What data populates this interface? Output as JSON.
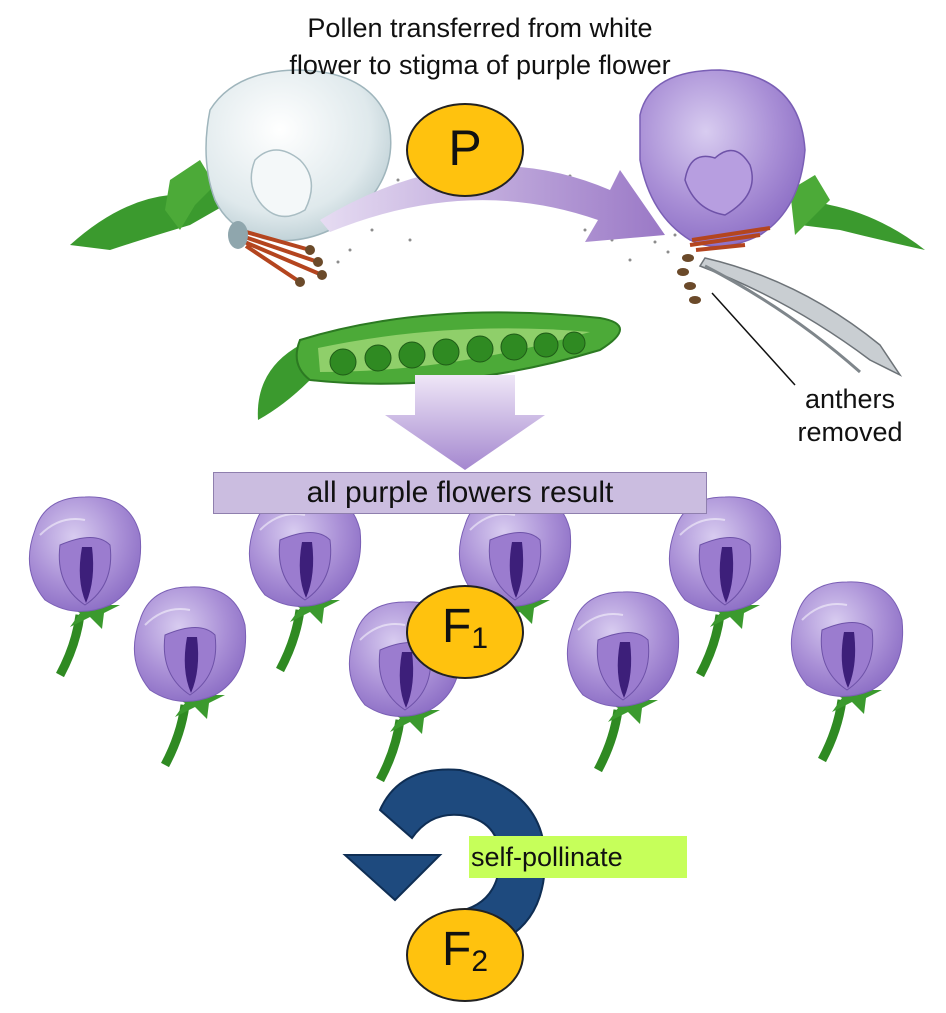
{
  "caption": {
    "line1": "Pollen transferred from white",
    "line2": "flower to stigma of purple flower"
  },
  "parent_label": "P",
  "f1_label": {
    "letter": "F",
    "sub": "1"
  },
  "f2_label": {
    "letter": "F",
    "sub": "2"
  },
  "result_banner": "all purple flowers result",
  "anthers_label": {
    "line1": "anthers",
    "line2": "removed"
  },
  "self_pollinate": "self-pollinate",
  "colors": {
    "generation_circle": "#ffc20e",
    "purple_petal": "#a98fd6",
    "white_petal": "#dfe9ec",
    "leaf_green": "#3b9a2e",
    "cycle_arrow": "#1e4a7e",
    "highlight": "#c6ff5a",
    "banner": "#cbbde0"
  },
  "icons": [
    "white-flower-icon",
    "purple-flower-icon",
    "pea-pod-icon",
    "forceps-icon",
    "cycle-arrow-icon"
  ]
}
